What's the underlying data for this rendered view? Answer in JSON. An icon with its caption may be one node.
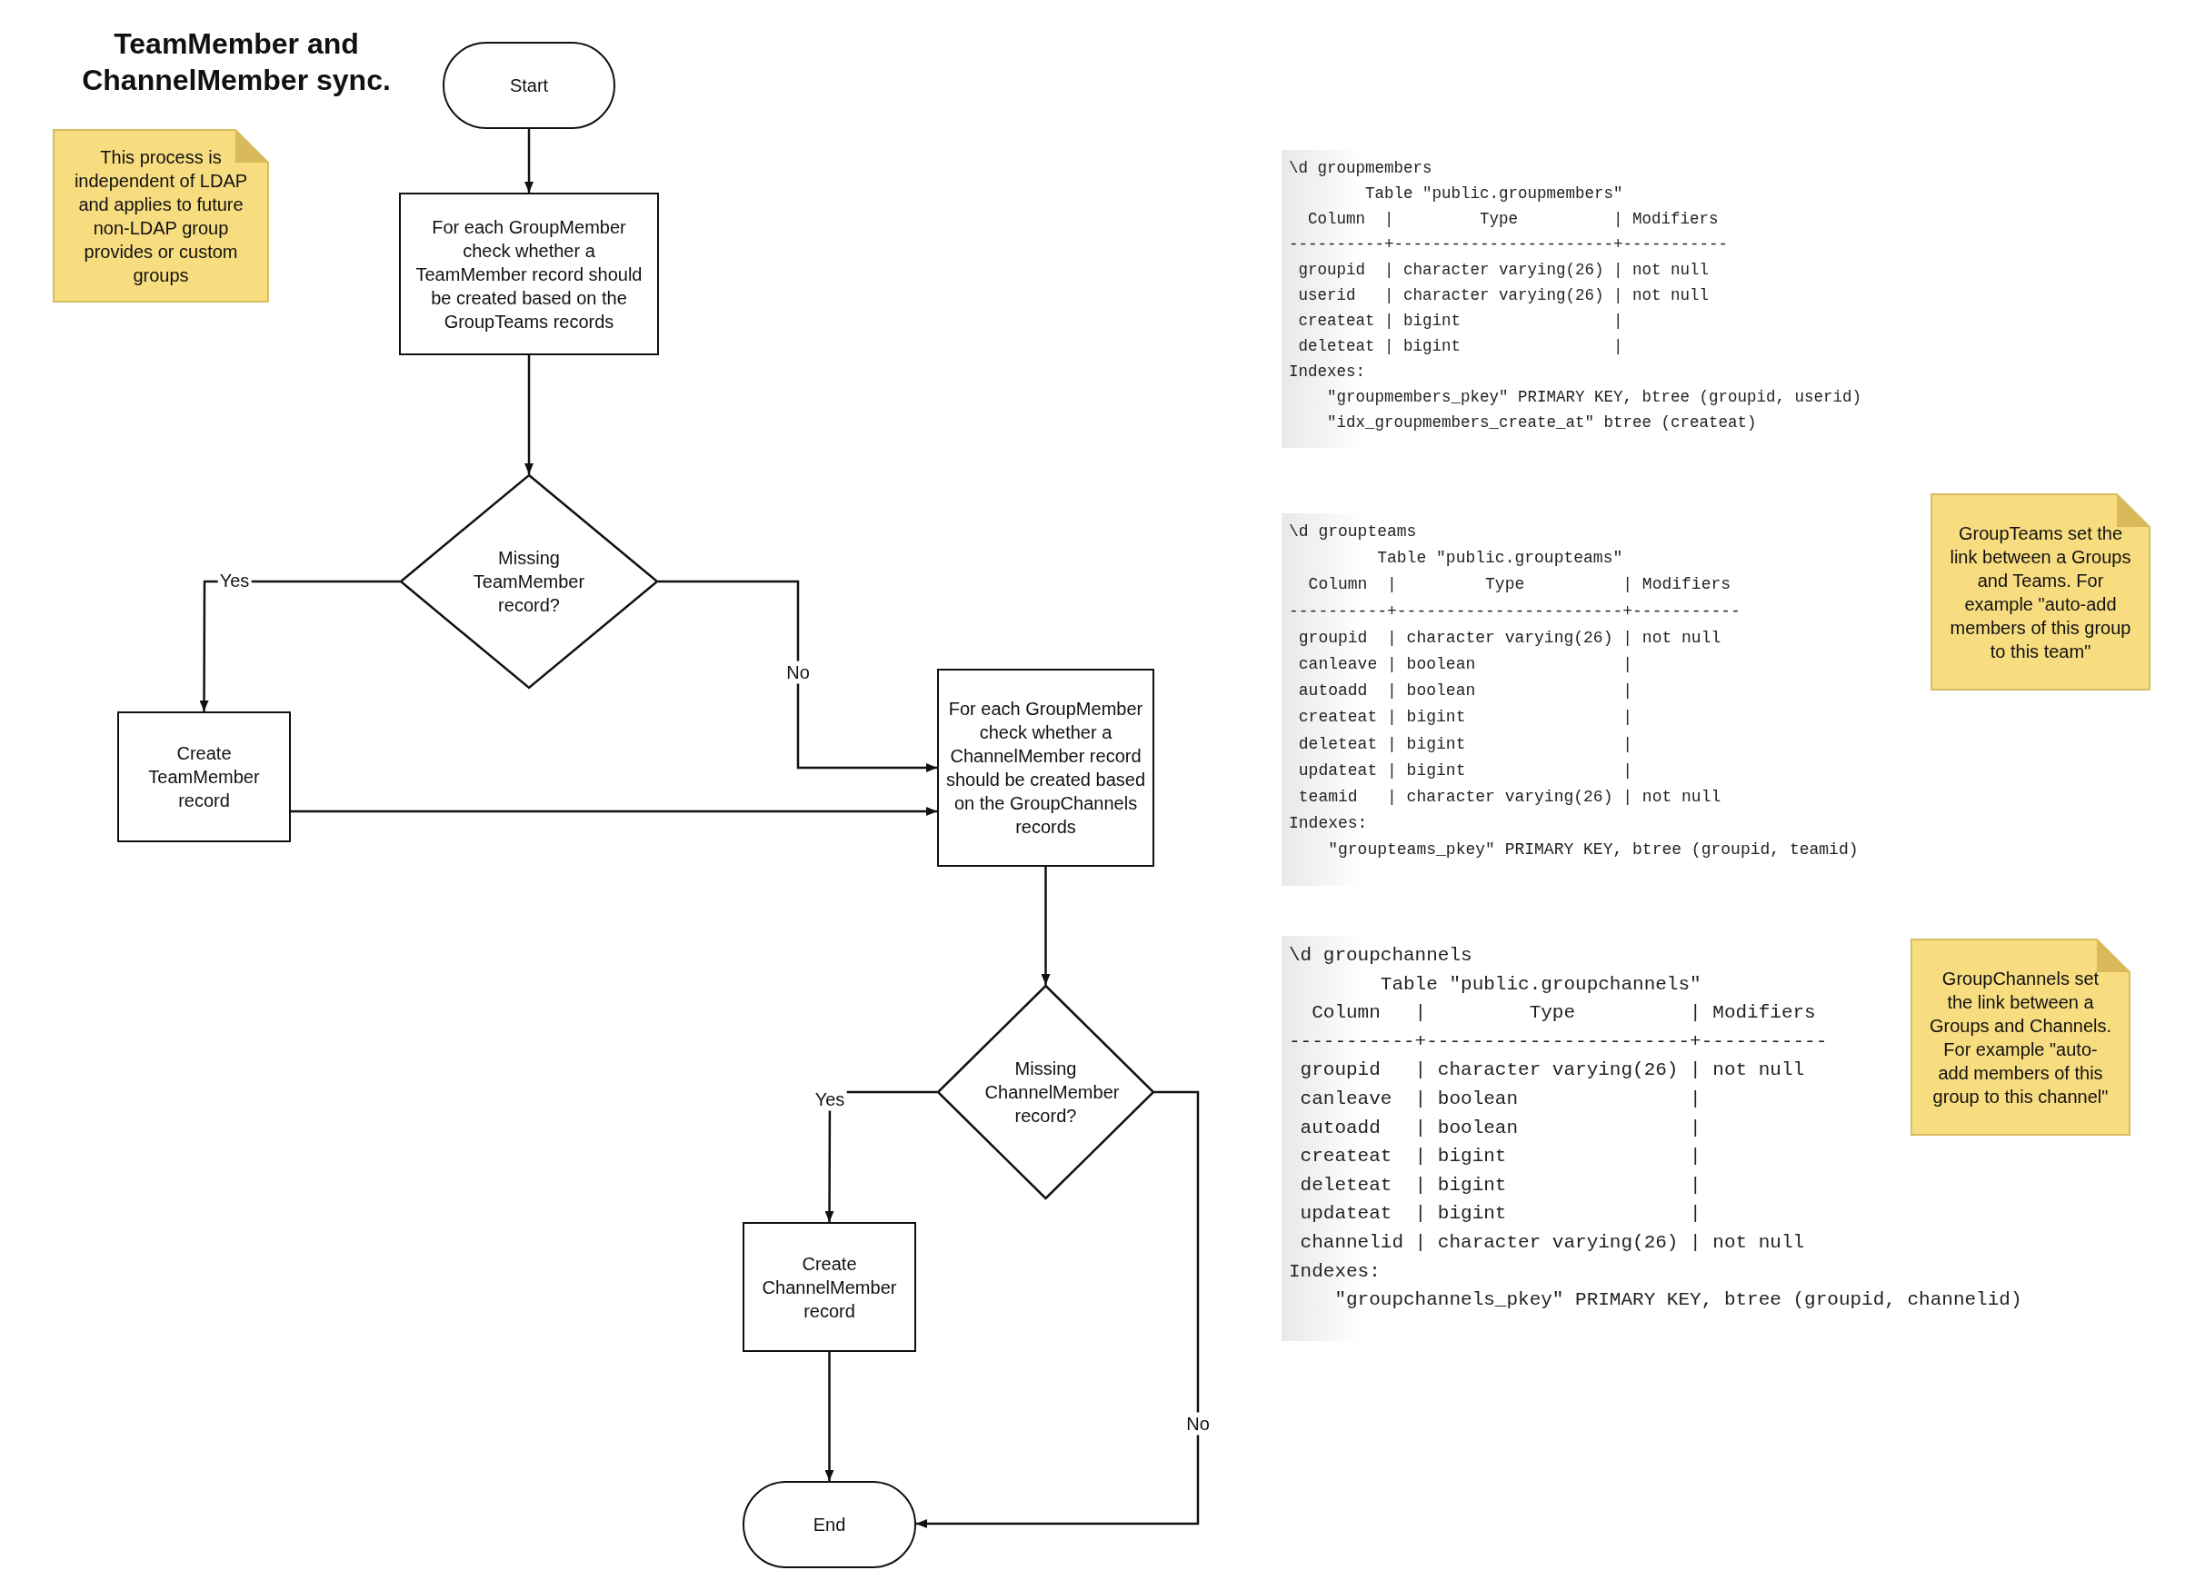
{
  "diagram": {
    "title": "TeamMember and ChannelMember sync.",
    "nodes": [
      {
        "text": [
          "This process is independent of LDAP and applies to future non-LDAP group provides or custom groups"
        ]
      },
      {
        "text": [
          "Start"
        ]
      },
      {
        "text": [
          "For each GroupMember check whether a TeamMember record should be created based on the GroupTeams records"
        ]
      },
      {
        "text": [
          "Missing TeamMember record?"
        ]
      },
      {
        "text": [
          "Create TeamMember record"
        ]
      },
      {
        "text": [
          "For each GroupMember check whether a ChannelMember record should be created based on the GroupChannels records"
        ]
      },
      {
        "text": [
          "Missing ChannelMember record?"
        ]
      },
      {
        "text": [
          "Create ChannelMember record"
        ]
      },
      {
        "text": [
          "End"
        ]
      },
      {
        "text": [
          "GroupTeams set the link between a Groups and Teams. For example \"auto-add members of this group to this team\""
        ]
      },
      {
        "text": [
          "GroupChannels set the link between a Groups and Channels. For example \"auto-add members of this group to this channel\""
        ]
      }
    ],
    "edges": [
      {
        "from": 1,
        "to": 2,
        "arrow": "to"
      },
      {
        "from": 2,
        "to": 3,
        "arrow": "to"
      },
      {
        "from": 3,
        "to": 4,
        "arrow": "to",
        "label": "Yes"
      },
      {
        "from": 3,
        "to": 5,
        "arrow": "to",
        "label": "No"
      },
      {
        "from": 4,
        "to": 5,
        "arrow": "to"
      },
      {
        "from": 5,
        "to": 6,
        "arrow": "to"
      },
      {
        "from": 6,
        "to": 7,
        "arrow": "to",
        "label": "Yes"
      },
      {
        "from": 7,
        "to": 8,
        "arrow": "to"
      },
      {
        "from": 6,
        "to": 8,
        "arrow": "to",
        "label": "No"
      }
    ],
    "labels": [
      "\\d groupmembers",
      "        Table \"public.groupmembers\"",
      "  Column  |         Type          | Modifiers",
      "----------+-----------------------+-----------",
      " groupid  | character varying(26) | not null",
      " userid   | character varying(26) | not null",
      " createat | bigint                |",
      " deleteat | bigint                |",
      "Indexes:",
      "    \"groupmembers_pkey\" PRIMARY KEY, btree (groupid, userid)",
      "    \"idx_groupmembers_create_at\" btree (createat)",
      "\\d groupteams",
      "         Table \"public.groupteams\"",
      "  Column  |         Type          | Modifiers",
      "----------+-----------------------+-----------",
      " groupid  | character varying(26) | not null",
      " canleave | boolean               |",
      " autoadd  | boolean               |",
      " createat | bigint                |",
      " deleteat | bigint                |",
      " updateat | bigint                |",
      " teamid   | character varying(26) | not null",
      "Indexes:",
      "    \"groupteams_pkey\" PRIMARY KEY, btree (groupid, teamid)",
      "\\d groupchannels",
      "        Table \"public.groupchannels\"",
      "  Column   |         Type          | Modifiers",
      "-----------+-----------------------+-----------",
      " groupid   | character varying(26) | not null",
      " canleave  | boolean               |",
      " autoadd   | boolean               |",
      " createat  | bigint                |",
      " deleteat  | bigint                |",
      " updateat  | bigint                |",
      " channelid | character varying(26) | not null",
      "Indexes:",
      "    \"groupchannels_pkey\" PRIMARY KEY, btree (groupid, channelid)"
    ]
  }
}
